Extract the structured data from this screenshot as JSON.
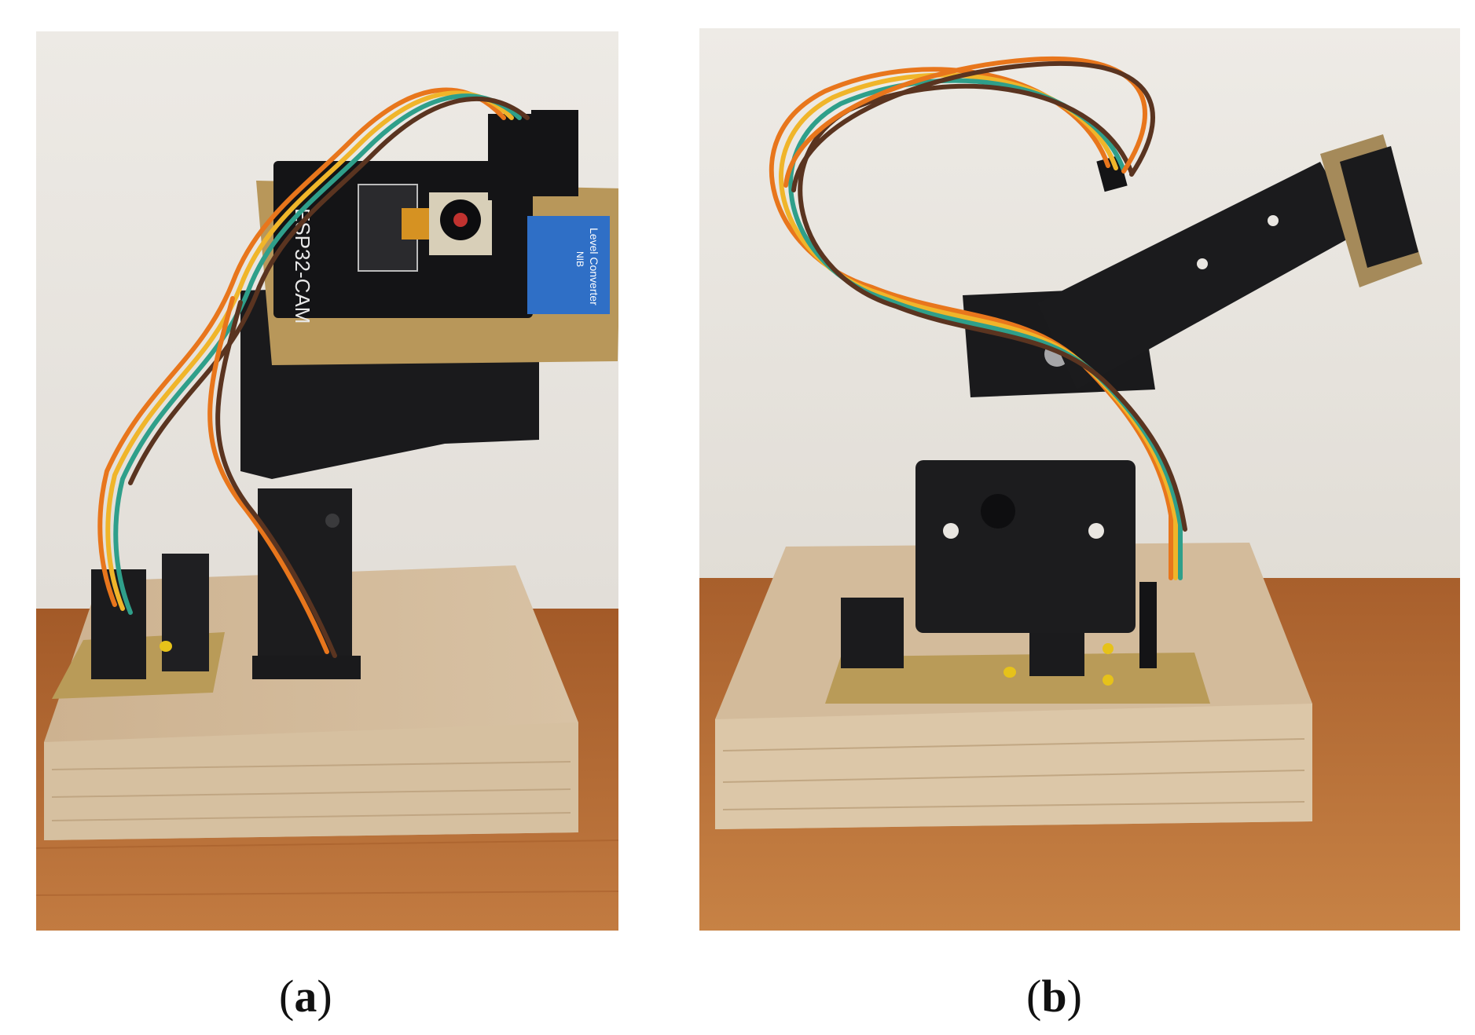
{
  "figure": {
    "panels": [
      {
        "caption_open": "(",
        "caption_letter": "a",
        "caption_close": ")",
        "board_label": "ESP32-CAM",
        "module_label": "Level Converter",
        "module_sub": "NIB"
      },
      {
        "caption_open": "(",
        "caption_letter": "b",
        "caption_close": ")"
      }
    ],
    "colors": {
      "wall": "#e9e6e1",
      "table": "#b86c35",
      "wood_block": "#d2b99a",
      "pcb": "#b89a55",
      "metal_black": "#1c1c1e",
      "wire_orange": "#e8761c",
      "wire_yellow": "#f0b52a",
      "wire_green": "#2f9f8a",
      "wire_brown": "#5a3420",
      "module_blue": "#2f6fc6"
    }
  }
}
